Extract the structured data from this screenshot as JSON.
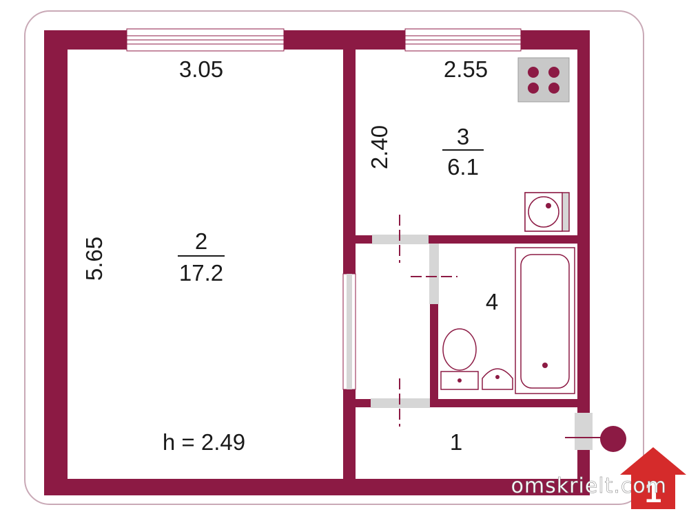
{
  "colors": {
    "wall": "#8c1a44",
    "frame": "#c9a9b6",
    "fixture_gray": "#c8c8c8",
    "accent_dark": "#8c1a44"
  },
  "dimensions": {
    "room2_width": "3.05",
    "room2_length": "5.65",
    "room3_width": "2.55",
    "room3_depth": "2.40",
    "ceiling_height": "h = 2.49"
  },
  "rooms": {
    "room2": {
      "number": "2",
      "area": "17.2"
    },
    "room3": {
      "number": "3",
      "area": "6.1"
    },
    "room4": {
      "number": "4"
    },
    "room1": {
      "number": "1"
    }
  },
  "watermark": {
    "site": "omskrielt.com",
    "logo_numeral": "1"
  },
  "icons": [
    "stove-icon",
    "sink-icon",
    "toilet-icon",
    "washbasin-icon",
    "bathtub-icon",
    "entrance-door-icon",
    "house-logo-icon"
  ]
}
